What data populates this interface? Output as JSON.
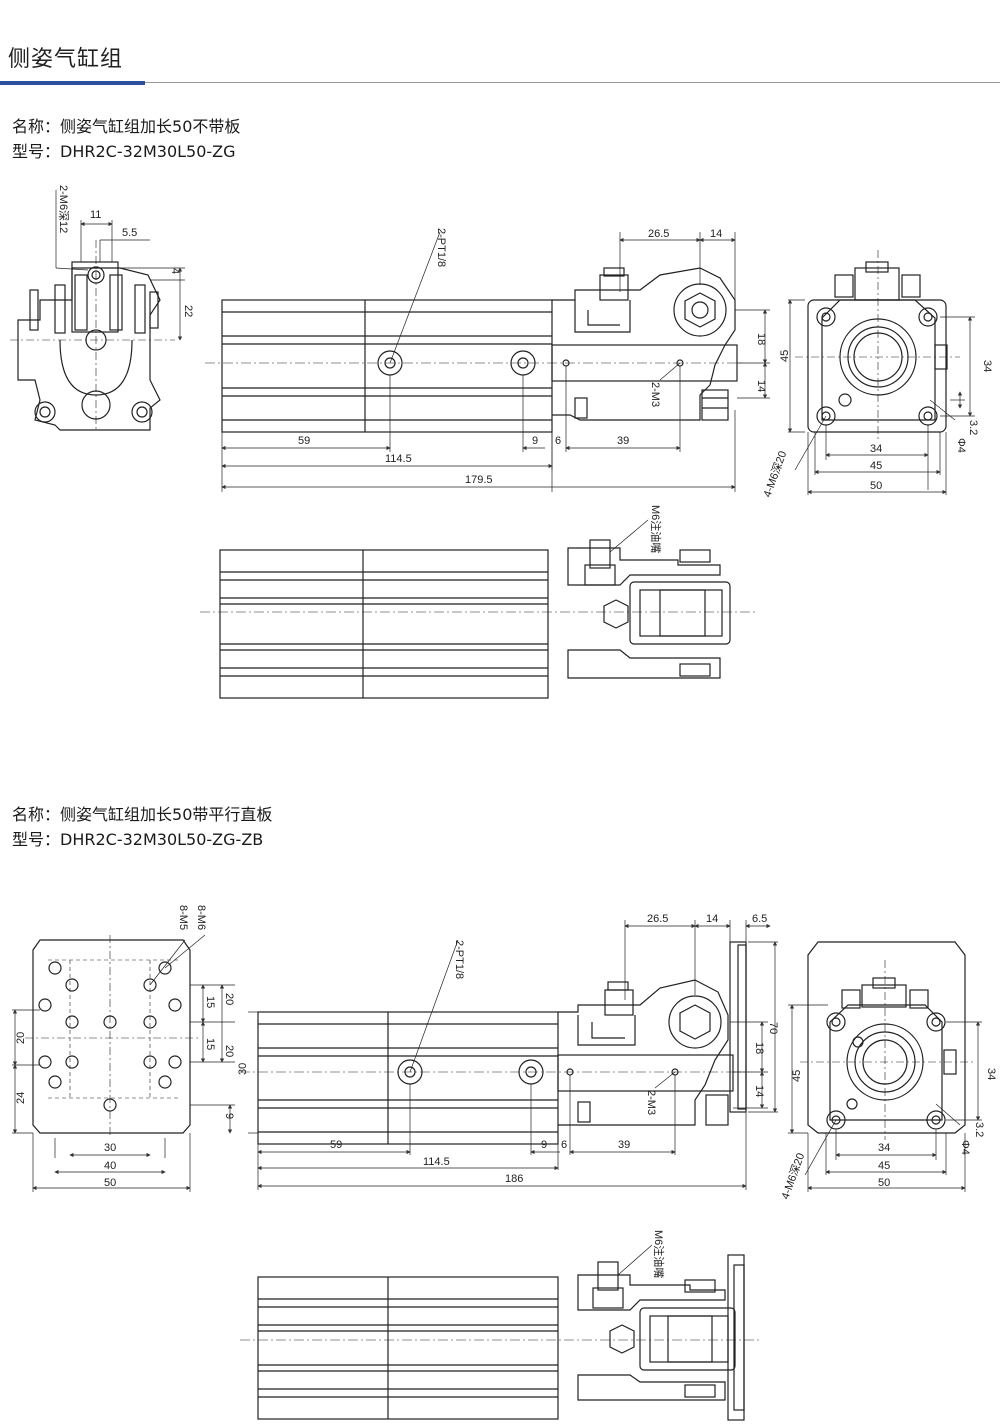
{
  "header": {
    "title": "侧姿气缸组"
  },
  "products": [
    {
      "name_label": "名称：",
      "name": "侧姿气缸组加长50不带板",
      "model_label": "型号：",
      "model": "DHR2C-32M30L50-ZG"
    },
    {
      "name_label": "名称：",
      "name": "侧姿气缸组加长50带平行直板",
      "model_label": "型号：",
      "model": "DHR2C-32M30L50-ZG-ZB"
    }
  ],
  "drawing1": {
    "callouts": {
      "thread_side": "2-M6深12",
      "port": "2-PT1/8",
      "m3": "2-M3",
      "grease": "M6注油嘴",
      "end_holes": "4-M6深20",
      "phi4": "Φ4"
    },
    "dims": {
      "d11": "11",
      "d5_5": "5.5",
      "d4": "4",
      "d22": "22",
      "d26_5": "26.5",
      "d14a": "14",
      "d18": "18",
      "d14b": "14",
      "d59": "59",
      "d9": "9",
      "d6": "6",
      "d39": "39",
      "d114_5": "114.5",
      "d179_5": "179.5",
      "d45v": "45",
      "d34v": "34",
      "d3_2": "3.2",
      "d34h": "34",
      "d45h": "45",
      "d50h": "50"
    }
  },
  "drawing2": {
    "callouts": {
      "m5": "8-M5",
      "m6": "8-M6",
      "port": "2-PT1/8",
      "m3": "2-M3",
      "grease": "M6注油嘴",
      "end_holes": "4-M6深20",
      "phi4": "Φ4"
    },
    "dims": {
      "d20a": "20",
      "d15a": "15",
      "d15b": "15",
      "d20b": "20",
      "d20l": "20",
      "d24l": "24",
      "d30v": "30",
      "d9v": "9",
      "d30h": "30",
      "d40h": "40",
      "d50h": "50",
      "d26_5": "26.5",
      "d14": "14",
      "d6_5": "6.5",
      "d70": "70",
      "d18": "18",
      "d14b": "14",
      "d59": "59",
      "d9": "9",
      "d6": "6",
      "d39": "39",
      "d114_5": "114.5",
      "d186": "186",
      "d45v": "45",
      "d34v": "34",
      "d3_2": "3.2",
      "d34h": "34",
      "d45h": "45",
      "d50e": "50"
    }
  }
}
